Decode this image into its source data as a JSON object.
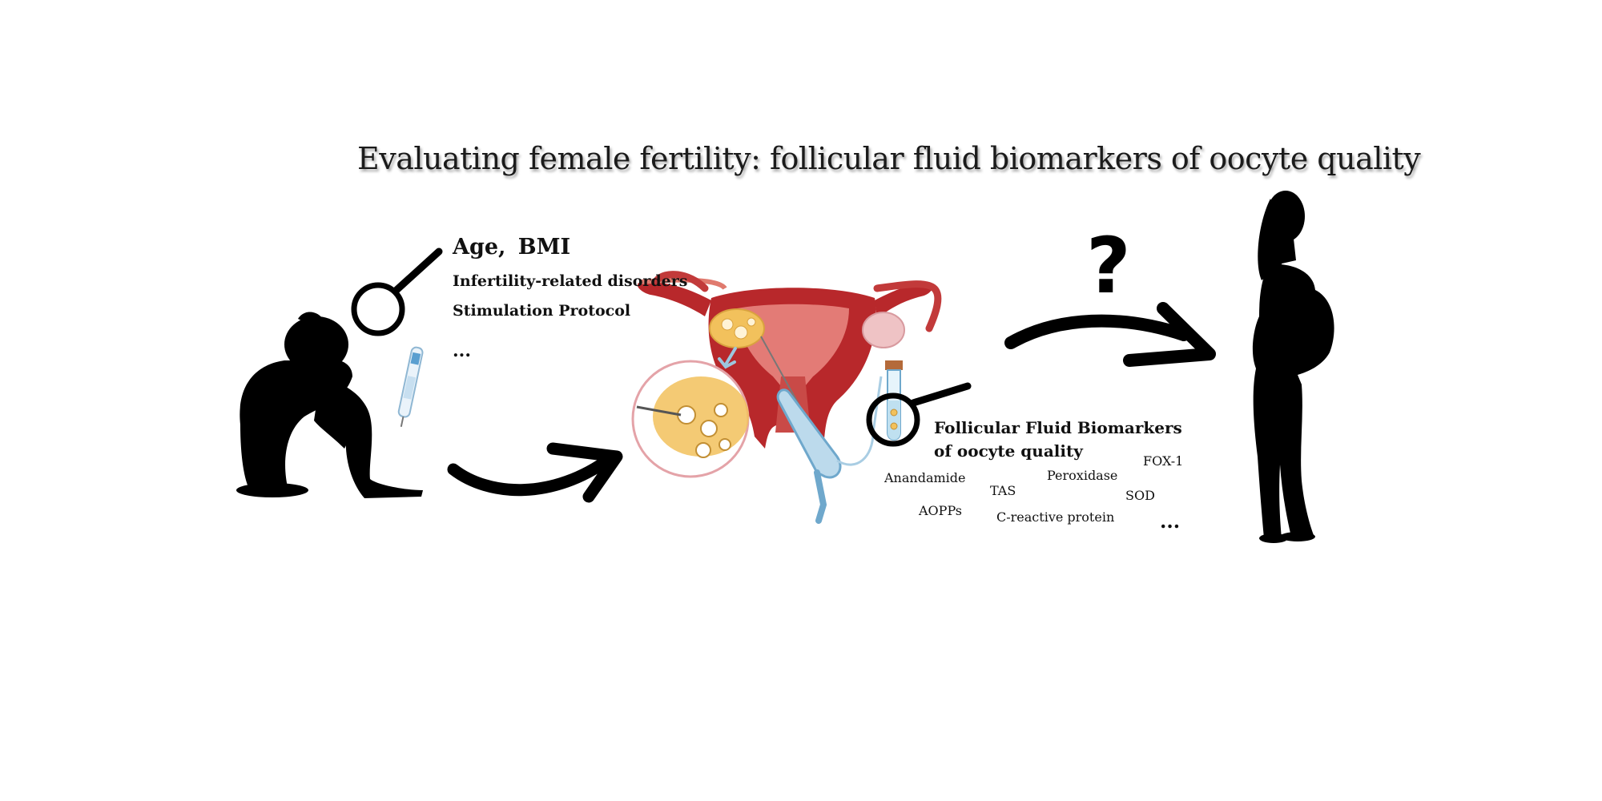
{
  "title": "Evaluating female fertility: follicular fluid biomarkers of oocyte quality",
  "patient_factors": {
    "heading": "Age, BMI",
    "items": [
      "Infertility-related disorders",
      "Stimulation Protocol",
      "..."
    ]
  },
  "biomarkers": {
    "heading": "Follicular Fluid Biomarkers of oocyte quality",
    "markers": [
      "Anandamide",
      "TAS",
      "Peroxidase",
      "FOX-1",
      "AOPPs",
      "C-reactive protein",
      "SOD",
      "..."
    ]
  },
  "question_mark": "?",
  "colors": {
    "silhouette": "#000000",
    "uterus": "#b8282b",
    "follicle": "#f2c15c",
    "probe": "#7fb6d6"
  }
}
